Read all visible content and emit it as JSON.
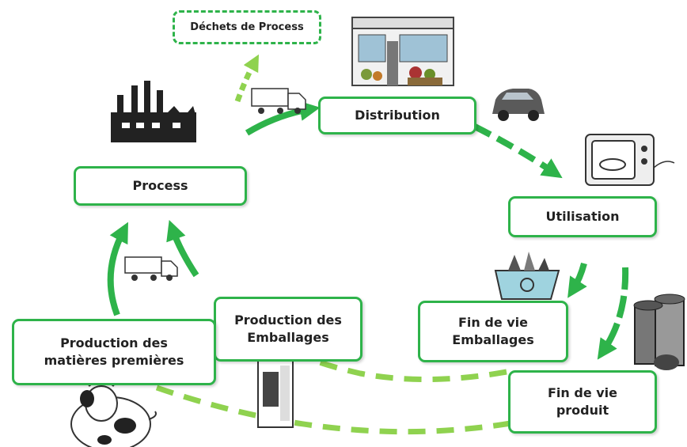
{
  "colors": {
    "accent": "#2eb34a",
    "accent_light": "#8fd24f",
    "text": "#222222"
  },
  "stages": {
    "dechets": "Déchets de Process",
    "distribution": "Distribution",
    "process": "Process",
    "utilisation": "Utilisation",
    "production_emballages": "Production des\nEmballages",
    "production_matieres": "Production des\nmatières premières",
    "fin_vie_emballages": "Fin de vie\nEmballages",
    "fin_vie_produit": "Fin de vie\nproduit"
  },
  "illustrations": [
    "factory-icon",
    "shop-icon",
    "truck-icon",
    "car-icon",
    "microwave-icon",
    "recycling-basket-icon",
    "trash-cans-icon",
    "milk-carton-icon",
    "cow-icon"
  ]
}
